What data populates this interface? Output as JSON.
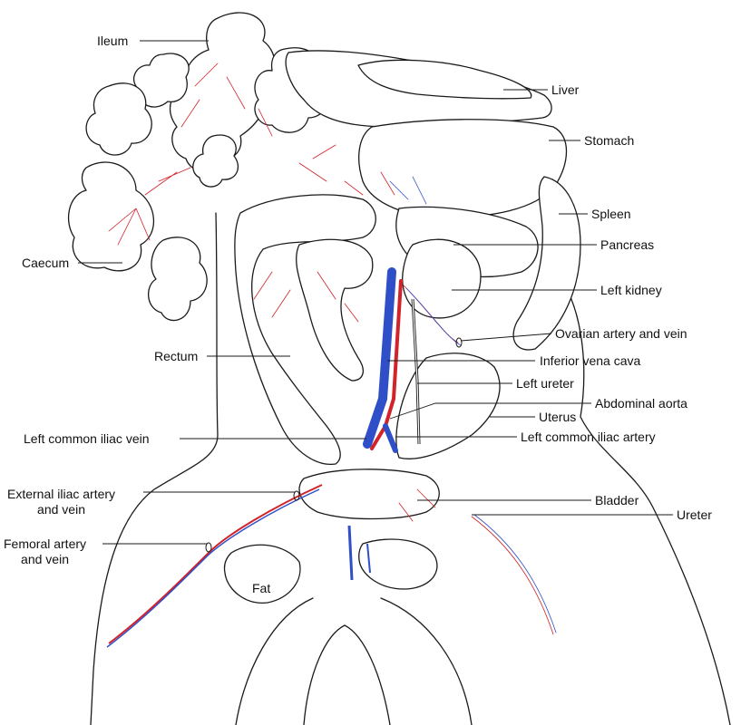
{
  "labels": {
    "ileum": "Ileum",
    "liver": "Liver",
    "stomach": "Stomach",
    "spleen": "Spleen",
    "caecum": "Caecum",
    "pancreas": "Pancreas",
    "left_kidney": "Left kidney",
    "ovarian": "Ovarian artery and vein",
    "rectum": "Rectum",
    "ivc": "Inferior vena cava",
    "left_ureter": "Left ureter",
    "abdominal_aorta": "Abdominal aorta",
    "uterus": "Uterus",
    "left_common_iliac_vein": "Left common iliac vein",
    "left_common_iliac_artery": "Left common iliac artery",
    "external_iliac": "External iliac artery\nand vein",
    "bladder": "Bladder",
    "ureter": "Ureter",
    "femoral": "Femoral artery\nand vein",
    "fat": "Fat"
  },
  "colors": {
    "outline": "#1a1a1a",
    "artery": "#d2232a",
    "vein": "#2f4fc8",
    "background": "#ffffff"
  }
}
